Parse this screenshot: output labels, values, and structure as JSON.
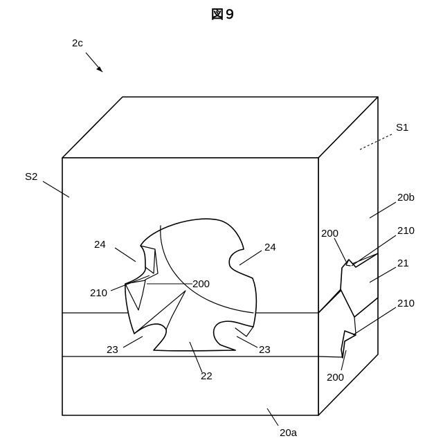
{
  "figure": {
    "title": "図９"
  },
  "labels": {
    "assembly": "2c",
    "s1": "S1",
    "s2": "S2",
    "l20b": "20b",
    "l20a": "20a",
    "l21": "21",
    "l22": "22",
    "l23a": "23",
    "l23b": "23",
    "l24a": "24",
    "l24b": "24",
    "l200a": "200",
    "l200b": "200",
    "l200c": "200",
    "l210a": "210",
    "l210b": "210",
    "l210c": "210"
  }
}
